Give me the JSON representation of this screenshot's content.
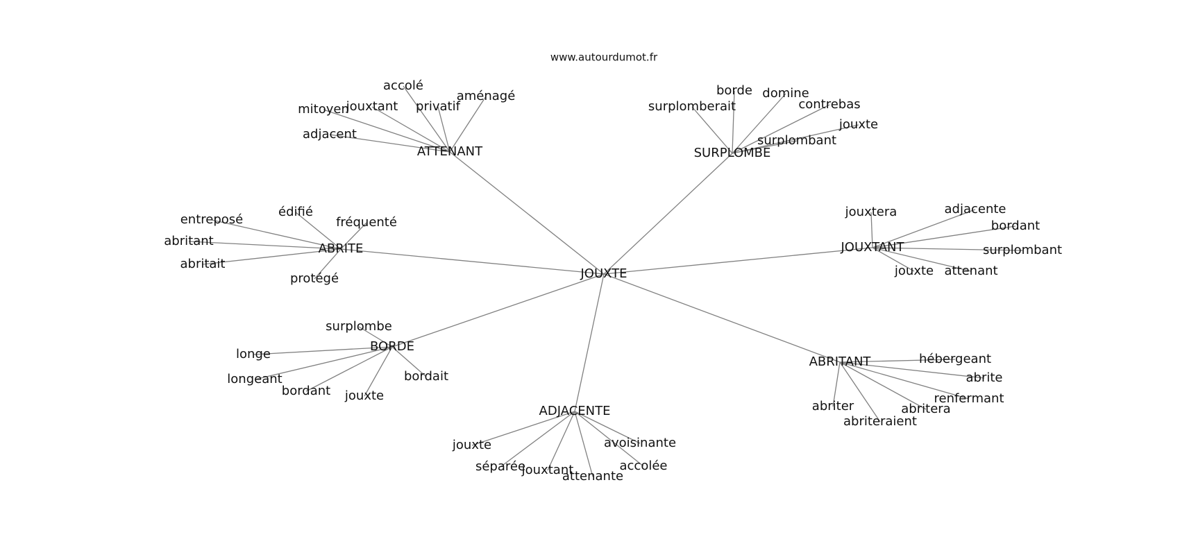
{
  "source": "www.autourdumot.fr",
  "graph": {
    "center": "JOUXTE",
    "hubs": [
      {
        "label": "ATTENANT",
        "leaves": [
          "accolé",
          "aménagé",
          "privatif",
          "jouxtant",
          "mitoyen",
          "adjacent"
        ]
      },
      {
        "label": "SURPLOMBE",
        "leaves": [
          "borde",
          "domine",
          "contrebas",
          "surplomberait",
          "jouxte",
          "surplombant"
        ]
      },
      {
        "label": "ABRITE",
        "leaves": [
          "entreposé",
          "édifié",
          "fréquenté",
          "abritant",
          "abritait",
          "protégé"
        ]
      },
      {
        "label": "JOUXTANT",
        "leaves": [
          "jouxtera",
          "adjacente",
          "bordant",
          "surplombant",
          "jouxte",
          "attenant"
        ]
      },
      {
        "label": "BORDE",
        "leaves": [
          "surplombe",
          "longe",
          "longeant",
          "bordant",
          "jouxte",
          "bordait"
        ]
      },
      {
        "label": "ABRITANT",
        "leaves": [
          "hébergeant",
          "abrite",
          "renfermant",
          "abritera",
          "abriter",
          "abriteraient"
        ]
      },
      {
        "label": "ADJACENTE",
        "leaves": [
          "jouxte",
          "avoisinante",
          "séparée",
          "accolée",
          "jouxtant",
          "attenante"
        ]
      }
    ]
  }
}
